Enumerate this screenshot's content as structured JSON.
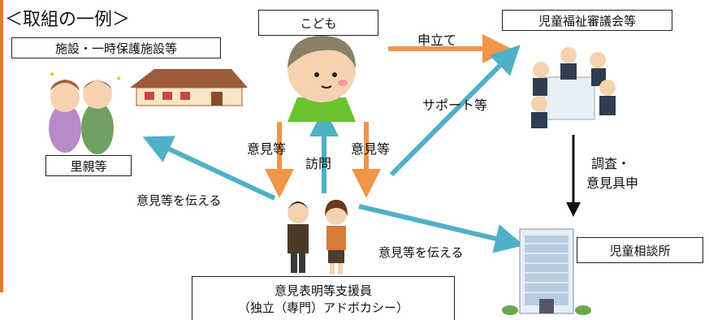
{
  "title": "＜取組の一例＞",
  "nodes": {
    "facility": "施設・一時保護施設等",
    "child": "こども",
    "council": "児童福祉審議会等",
    "foster": "里親等",
    "advocate_line1": "意見表明等支援員",
    "advocate_line2": "（独立（専門）アドボカシー）",
    "consultation": "児童相談所"
  },
  "edges": {
    "petition": "申立て",
    "support": "サポート等",
    "opinion_left": "意見等",
    "visit": "訪問",
    "opinion_right": "意見等",
    "convey_foster": "意見等を伝える",
    "convey_center": "意見等を伝える",
    "investigate_line1": "調査・",
    "investigate_line2": "意見具申"
  },
  "colors": {
    "orange_arrow": "#f0954a",
    "blue_arrow": "#4fb0c6",
    "black_arrow": "#111111",
    "left_bar": "#e8772e"
  }
}
